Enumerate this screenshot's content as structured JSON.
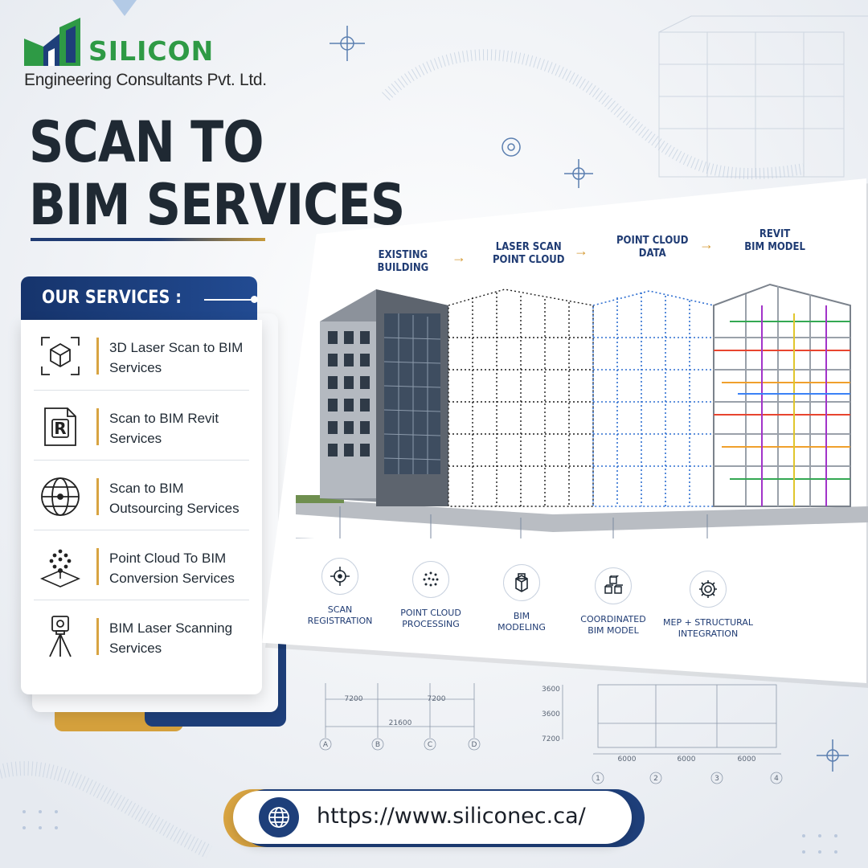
{
  "brand": {
    "name": "SILICON",
    "subtitle": "Engineering Consultants Pvt. Ltd.",
    "primary_color": "#1e3f7a",
    "accent_color": "#d8a442",
    "logo_green": "#2e9a45"
  },
  "hero": {
    "line1": "SCAN TO",
    "line2": "BIM SERVICES"
  },
  "services": {
    "title": "OUR SERVICES :",
    "items": [
      {
        "icon": "laser-scan-cube-icon",
        "label": "3D Laser Scan to BIM Services"
      },
      {
        "icon": "revit-file-icon",
        "label": "Scan to BIM Revit Services"
      },
      {
        "icon": "globe-icon",
        "label": "Scan to BIM Outsourcing Services"
      },
      {
        "icon": "point-cloud-icon",
        "label": "Point Cloud To BIM Conversion Services"
      },
      {
        "icon": "laser-scanner-tripod-icon",
        "label": "BIM Laser Scanning Services"
      }
    ]
  },
  "process": {
    "stages": [
      {
        "line1": "EXISTING",
        "line2": "BUILDING"
      },
      {
        "line1": "LASER SCAN",
        "line2": "POINT CLOUD"
      },
      {
        "line1": "POINT CLOUD",
        "line2": "DATA"
      },
      {
        "line1": "REVIT",
        "line2": "BIM MODEL"
      }
    ],
    "steps": [
      {
        "icon": "crosshair-icon",
        "line1": "SCAN",
        "line2": "REGISTRATION"
      },
      {
        "icon": "dots-grid-icon",
        "line1": "POINT CLOUD",
        "line2": "PROCESSING"
      },
      {
        "icon": "building-block-icon",
        "line1": "BIM",
        "line2": "MODELING"
      },
      {
        "icon": "stacked-cubes-icon",
        "line1": "COORDINATED",
        "line2": "BIM MODEL"
      },
      {
        "icon": "gear-icon",
        "line1": "MEP + STRUCTURAL",
        "line2": "INTEGRATION"
      }
    ]
  },
  "blueprint": {
    "dims_top": [
      "7200",
      "7200"
    ],
    "dim_total": "21600",
    "grid_letters": [
      "A",
      "B",
      "C",
      "D"
    ],
    "heights": [
      "3600",
      "3600",
      "7200"
    ],
    "dims_bottom": [
      "6000",
      "6000",
      "6000"
    ],
    "grid_numbers": [
      "1",
      "2",
      "3",
      "4"
    ]
  },
  "footer": {
    "url": "https://www.siliconec.ca/"
  }
}
